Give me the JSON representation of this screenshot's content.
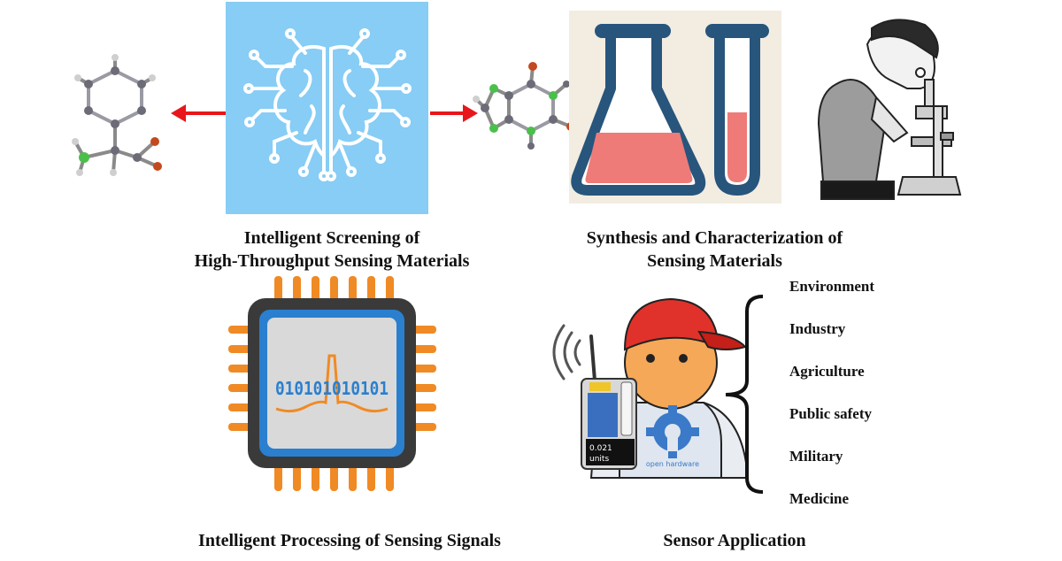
{
  "labels": {
    "screening_line1": "Intelligent Screening of",
    "screening_line2": "High-Throughput Sensing Materials",
    "synthesis_line1": "Synthesis and Characterization of",
    "synthesis_line2": "Sensing Materials",
    "processing": "Intelligent Processing of Sensing Signals",
    "application": "Sensor Application"
  },
  "chip_binary": "010101010101",
  "device_reading_value": "0.021",
  "device_reading_unit": "units",
  "shirt_text": "open hardware",
  "applications": [
    "Environment",
    "Industry",
    "Agriculture",
    "Public safety",
    "Military",
    "Medicine"
  ],
  "colors": {
    "brain_panel": "#87cdf5",
    "arrow": "#e8161b",
    "flask_outline": "#27557c",
    "flask_liquid": "#ee7b78",
    "chip_pins": "#f08a24",
    "chip_border": "#3a3a3a",
    "chip_frame": "#2a7fcf",
    "binary_text": "#2a7fcf",
    "cap": "#e0322a",
    "face": "#f5a857"
  }
}
